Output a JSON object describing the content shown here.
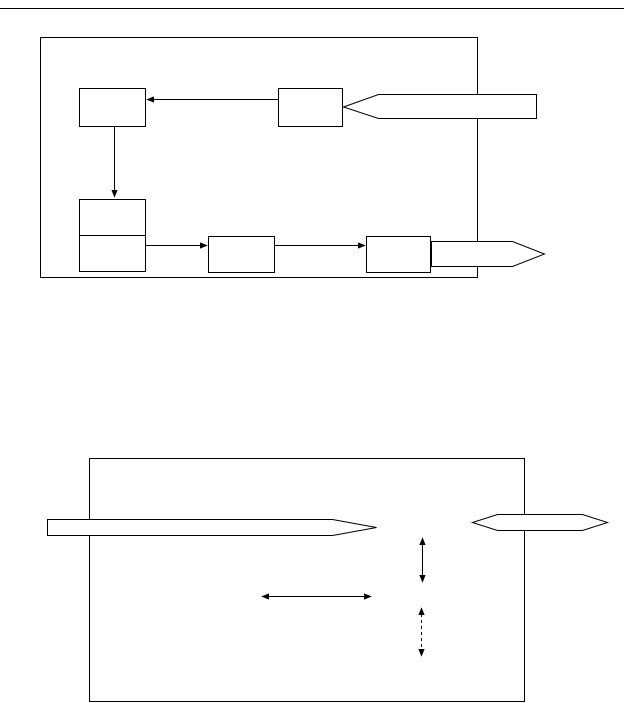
{
  "diagrams": [
    {
      "id": "top",
      "boxes": [
        {
          "id": "box-top-left",
          "label": ""
        },
        {
          "id": "box-top-right",
          "label": ""
        },
        {
          "id": "box-stack-upper",
          "label": ""
        },
        {
          "id": "box-stack-lower",
          "label": ""
        },
        {
          "id": "box-bottom-middle",
          "label": ""
        },
        {
          "id": "box-bottom-right",
          "label": ""
        }
      ],
      "connections": [
        {
          "from": "box-top-right",
          "to": "box-top-left",
          "style": "solid"
        },
        {
          "from": "box-top-left",
          "to": "box-stack-upper",
          "style": "solid"
        },
        {
          "from": "box-stack-lower",
          "to": "box-bottom-middle",
          "style": "solid"
        },
        {
          "from": "box-bottom-middle",
          "to": "box-bottom-right",
          "style": "solid"
        }
      ],
      "block_arrows": [
        {
          "id": "input-arrow",
          "direction": "left",
          "label": ""
        },
        {
          "id": "output-arrow",
          "direction": "right",
          "label": ""
        }
      ]
    },
    {
      "id": "bottom",
      "block_arrows": [
        {
          "id": "long-input-arrow",
          "direction": "right",
          "label": ""
        },
        {
          "id": "double-headed-arrow",
          "direction": "both",
          "label": ""
        }
      ],
      "arrows": [
        {
          "id": "vertical-solid-arrow",
          "orientation": "vertical",
          "heads": "both",
          "style": "solid"
        },
        {
          "id": "horizontal-solid-arrow",
          "orientation": "horizontal",
          "heads": "both",
          "style": "solid"
        },
        {
          "id": "vertical-dashed-arrow",
          "orientation": "vertical",
          "heads": "both",
          "style": "dashed"
        }
      ]
    }
  ],
  "colors": {
    "stroke": "#000000",
    "fill": "#ffffff",
    "header_rule": "#000000"
  }
}
